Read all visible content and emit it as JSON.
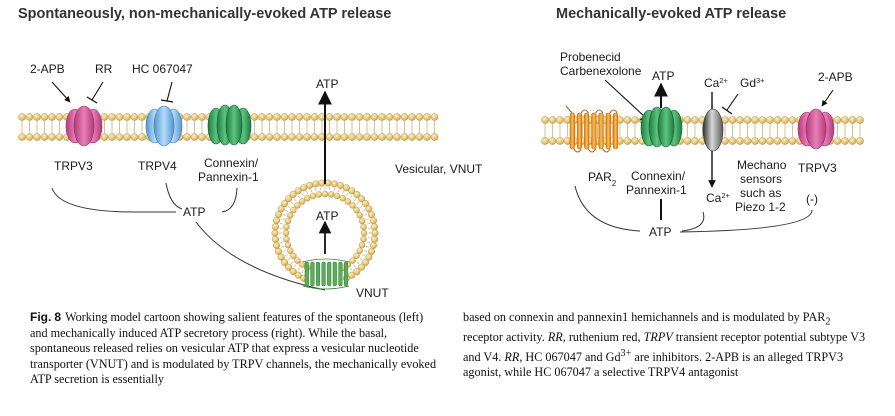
{
  "panels": {
    "left_title": "Spontaneously, non-mechanically-evoked ATP release",
    "right_title": "Mechanically-evoked ATP release"
  },
  "left": {
    "agonist_2apb": "2-APB",
    "rr": "RR",
    "hc": "HC 067047",
    "trpv3": "TRPV3",
    "trpv4": "TRPV4",
    "connexin": "Connexin/",
    "pannexin": "Pannexin-1",
    "atp_out": "ATP",
    "atp_pool": "ATP",
    "vesicular": "Vesicular, VNUT",
    "atp_vesicle": "ATP",
    "vnut": "VNUT"
  },
  "right": {
    "probenecid": "Probenecid",
    "carbenexolone": "Carbenexolone",
    "atp_out": "ATP",
    "ca_out": "Ca",
    "ca_sup": "2+",
    "gd": "Gd",
    "gd_sup": "3+",
    "agonist_2apb": "2-APB",
    "par_text": "PAR",
    "par_sub": "2",
    "connexin": "Connexin/",
    "pannexin": "Pannexin-1",
    "ca_in": "Ca",
    "ca_in_sup": "2+",
    "mechano_1": "Mechano",
    "mechano_2": "sensors",
    "mechano_3": "such as",
    "mechano_4": "Piezo 1-2",
    "trpv3": "TRPV3",
    "minus": "(-)",
    "atp_pool": "ATP"
  },
  "caption": {
    "fig_label": "Fig.",
    "fig_number": "8",
    "left_text": "Working model cartoon showing salient features of the spontaneous (left) and mechanically induced ATP secretory process (right). While the basal, spontaneous released relies on vesicular ATP that express a vesicular nucleotide transporter (VNUT) and is modulated by TRPV channels, the mechanically evoked ATP secretion is essentially",
    "right_a": "based on connexin and pannexin1 hemichannels and is modulated by PAR",
    "right_a_sub": "2",
    "right_b": " receptor activity. ",
    "rr_abbr": "RR",
    "right_c": ", ruthenium red, ",
    "trpv_abbr": "TRPV",
    "right_d": " transient receptor potential subtype V3 and V4. ",
    "rr_abbr2": "RR",
    "right_e": ", HC 067047 and Gd",
    "right_e_sup": "3+",
    "right_f": " are inhibitors. 2-APB is an alleged TRPV3 agonist, while HC 067047 a selective TRPV4 antagonist"
  },
  "colors": {
    "membrane_bead": "#e3c476",
    "trpv3": "#d45f9c",
    "trpv4": "#7ab8e8",
    "connexin": "#2e9a56",
    "par2": "#f0941c",
    "vnut": "#5aae5a",
    "sensor": "#8f8f8f"
  }
}
